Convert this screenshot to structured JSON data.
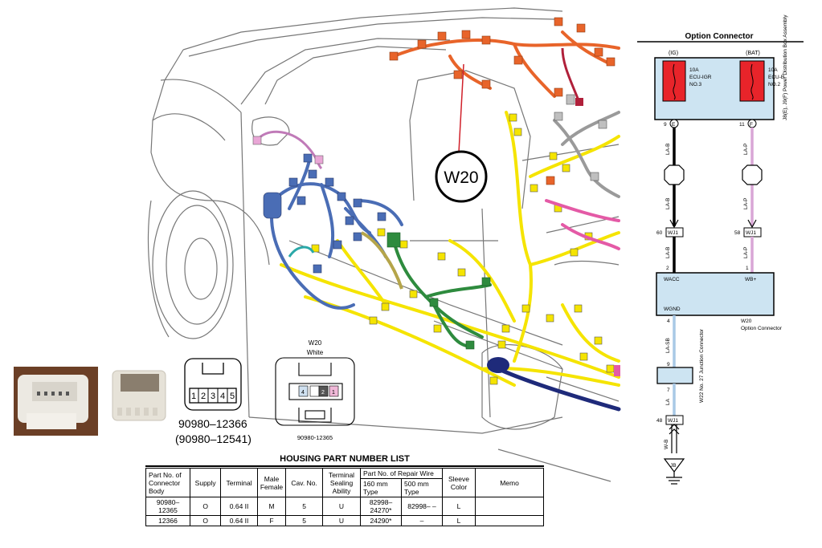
{
  "harness": {
    "callout_label": "W20"
  },
  "connector_views": {
    "male_part": "90980–12366",
    "male_alt_part": "(90980–12541)",
    "male_pins": [
      "1",
      "2",
      "3",
      "4",
      "5"
    ],
    "female_title": "W20",
    "female_color": "White",
    "female_pins": [
      "4",
      "2",
      "1"
    ],
    "female_part": "90980-12365"
  },
  "housing_table": {
    "title": "HOUSING PART NUMBER LIST",
    "headers": {
      "part_no": "Part No. of Connector Body",
      "supply": "Supply",
      "terminal": "Terminal",
      "male_female": "Male Female",
      "cav_no": "Cav. No.",
      "sealing": "Terminal Sealing Ability",
      "repair_wire": "Part No. of Repair Wire",
      "type_160": "160 mm Type",
      "type_500": "500 mm Type",
      "sleeve": "Sleeve Color",
      "memo": "Memo"
    },
    "rows": [
      {
        "part": "90980– 12365",
        "supply": "O",
        "terminal": "0.64 II",
        "mf": "M",
        "cav": "5",
        "seal": "U",
        "r160": "82998– 24270*",
        "r500": "82998– –",
        "sleeve": "L",
        "memo": ""
      },
      {
        "part": "12366",
        "supply": "O",
        "terminal": "0.64 II",
        "mf": "F",
        "cav": "5",
        "seal": "U",
        "r160": "24290*",
        "r500": "–",
        "sleeve": "L",
        "memo": ""
      }
    ]
  },
  "schematic": {
    "title": "Option Connector",
    "ig_label": "(IG)",
    "bat_label": "(BAT)",
    "fuse1_amp": "10A",
    "fuse1_name": "ECU-IGR",
    "fuse1_no": "NO.3",
    "fuse2_amp": "10A",
    "fuse2_name": "ECU-B",
    "fuse2_no": "NO.2",
    "pd_box_label": "J8(E), J9(F) Power Distribution Box Assembly",
    "pin_9": "9",
    "pin_E": "E",
    "pin_11": "11",
    "pin_F": "F",
    "wire_lab": "LA-B",
    "wire_lap": "LA-P",
    "wj1_left_pin": "60",
    "wj1_right_pin": "58",
    "wj1_label": "WJ1",
    "pin_2": "2",
    "pin_1": "1",
    "w20_wacc": "WACC",
    "w20_wbplus": "WB+",
    "w20_wgnd": "WGND",
    "w20_name": "W20",
    "w20_desc": "Option Connector",
    "pin_4": "4",
    "wire_lasb": "LA-SB",
    "jc_pin_9": "9",
    "jc_pin_7": "7",
    "jc_label": "W22 No. 27 Junction Connector",
    "wire_la": "LA",
    "wj1_bottom_pin": "48",
    "wire_wb": "W-B",
    "ground_label": "JB",
    "colors": {
      "fuse_red": "#e8242a",
      "box_blue": "#cde4f2",
      "wire_black": "#1a1a1a",
      "wire_pink": "#d9a6d6",
      "wire_lightblue": "#a9c9e6"
    }
  },
  "illustration_colors": {
    "blue_harness": "#4a6db5",
    "yellow_harness": "#f5e400",
    "green_harness": "#2e8b3e",
    "orange_harness": "#e8642a",
    "pink_harness": "#e45aa6",
    "gray_harness": "#9a9a9a",
    "navy_harness": "#1e2a7a"
  }
}
